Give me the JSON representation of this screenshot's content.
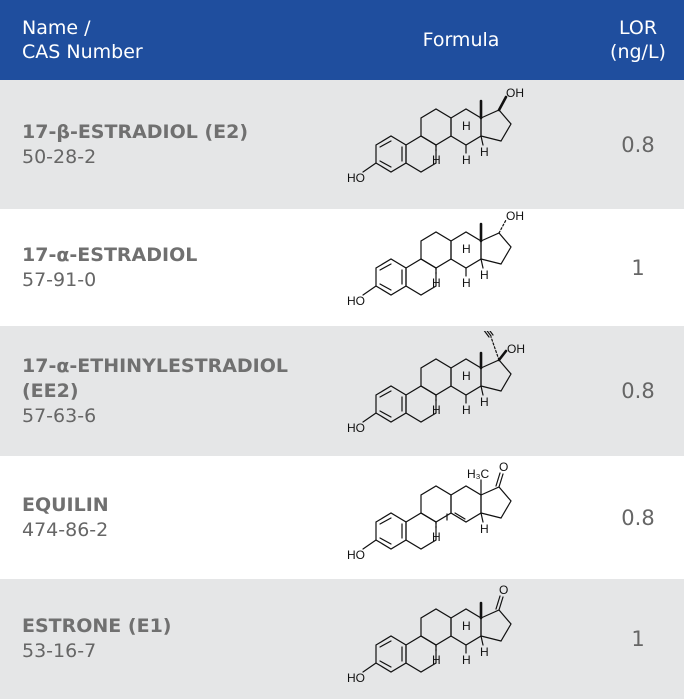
{
  "header": {
    "name_line1": "Name /",
    "name_line2": "CAS Number",
    "formula": "Formula",
    "lor_line1": "LOR",
    "lor_line2": "(ng/L)"
  },
  "colors": {
    "header_bg": "#1f4e9e",
    "row_shade": "#e5e6e7",
    "name_text": "#707070"
  },
  "rows": [
    {
      "prefix": "17-",
      "greek": "β",
      "rest": "-ESTRADIOL (E2)",
      "cas": "50-28-2",
      "lor": "0.8",
      "oh_label": "OH",
      "ho_label": "HO",
      "h_label": "H"
    },
    {
      "prefix": "17-",
      "greek": "α",
      "rest": "-ESTRADIOL",
      "cas": "57-91-0",
      "lor": "1",
      "oh_label": "OH",
      "ho_label": "HO",
      "h_label": "H"
    },
    {
      "prefix": "17-",
      "greek": "α",
      "rest": "-ETHINYLESTRADIOL",
      "rest2": "(EE2)",
      "cas": "57-63-6",
      "lor": "0.8",
      "oh_label": "OH",
      "ho_label": "HO",
      "h_label": "H"
    },
    {
      "name": "EQUILIN",
      "cas": "474-86-2",
      "lor": "0.8",
      "ch3_label": "H₃C",
      "o_label": "O",
      "ho_label": "HO",
      "h_label": "H"
    },
    {
      "name": "ESTRONE (E1)",
      "cas": "53-16-7",
      "lor": "1",
      "o_label": "O",
      "ho_label": "HO",
      "h_label": "H"
    }
  ]
}
